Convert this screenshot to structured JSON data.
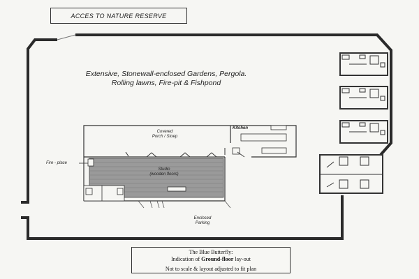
{
  "access_label": "ACCES TO NATURE RESERVE",
  "gardens": {
    "line1": "Extensive, Stonewall-enclosed Gardens, Pergola.",
    "line2": "Rolling lawns, Fire-pit & Fishpond"
  },
  "rooms": {
    "porch_line1": "Covered",
    "porch_line2": "Porch / Stoep",
    "kitchen": "Kitchen",
    "fireplace": "Fire - place",
    "studio_line1": "Studio",
    "studio_line2": "(wooden floors)",
    "parking_line1": "Enclosed",
    "parking_line2": "Parking"
  },
  "caption": {
    "title": "The Blue Butterfly:",
    "line2_prefix": "Indication of ",
    "line2_bold": "Ground-floor",
    "line2_suffix": " lay-out",
    "line3": "Not to scale & layout adjusted to fit plan"
  },
  "colors": {
    "wall": "#2a2a2a",
    "studio_fill": "#9a9a9a"
  }
}
